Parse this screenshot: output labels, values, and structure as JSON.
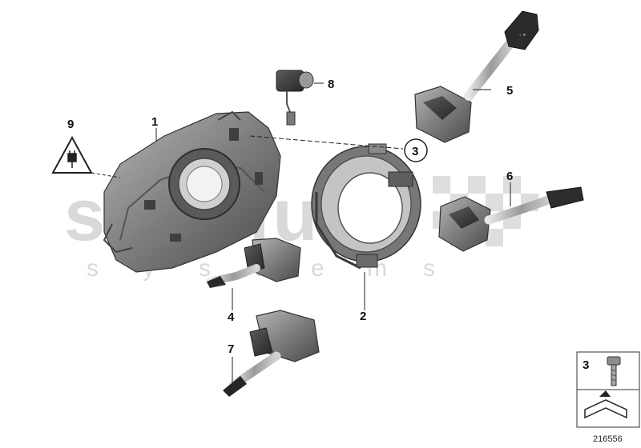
{
  "watermark": {
    "brand_main": "sonelum",
    "brand_sub": [
      "s",
      "y",
      "s",
      "t",
      "e",
      "m",
      "s"
    ]
  },
  "callouts": {
    "part_1": "1",
    "part_2": "2",
    "part_3_circled": "3",
    "part_4": "4",
    "part_5": "5",
    "part_6": "6",
    "part_7": "7",
    "part_8": "8",
    "part_9": "9"
  },
  "legend_box": {
    "item_number": "3",
    "icon": "torx-screw-icon",
    "arrow_icon": "direction-arrow-icon"
  },
  "diagram_id": "216556",
  "colors": {
    "part_fill": "#6e6e6e",
    "part_dark": "#3b3b3b",
    "part_light": "#a8a8a8",
    "watermark": "#d9d9d9",
    "leader": "#222222"
  }
}
